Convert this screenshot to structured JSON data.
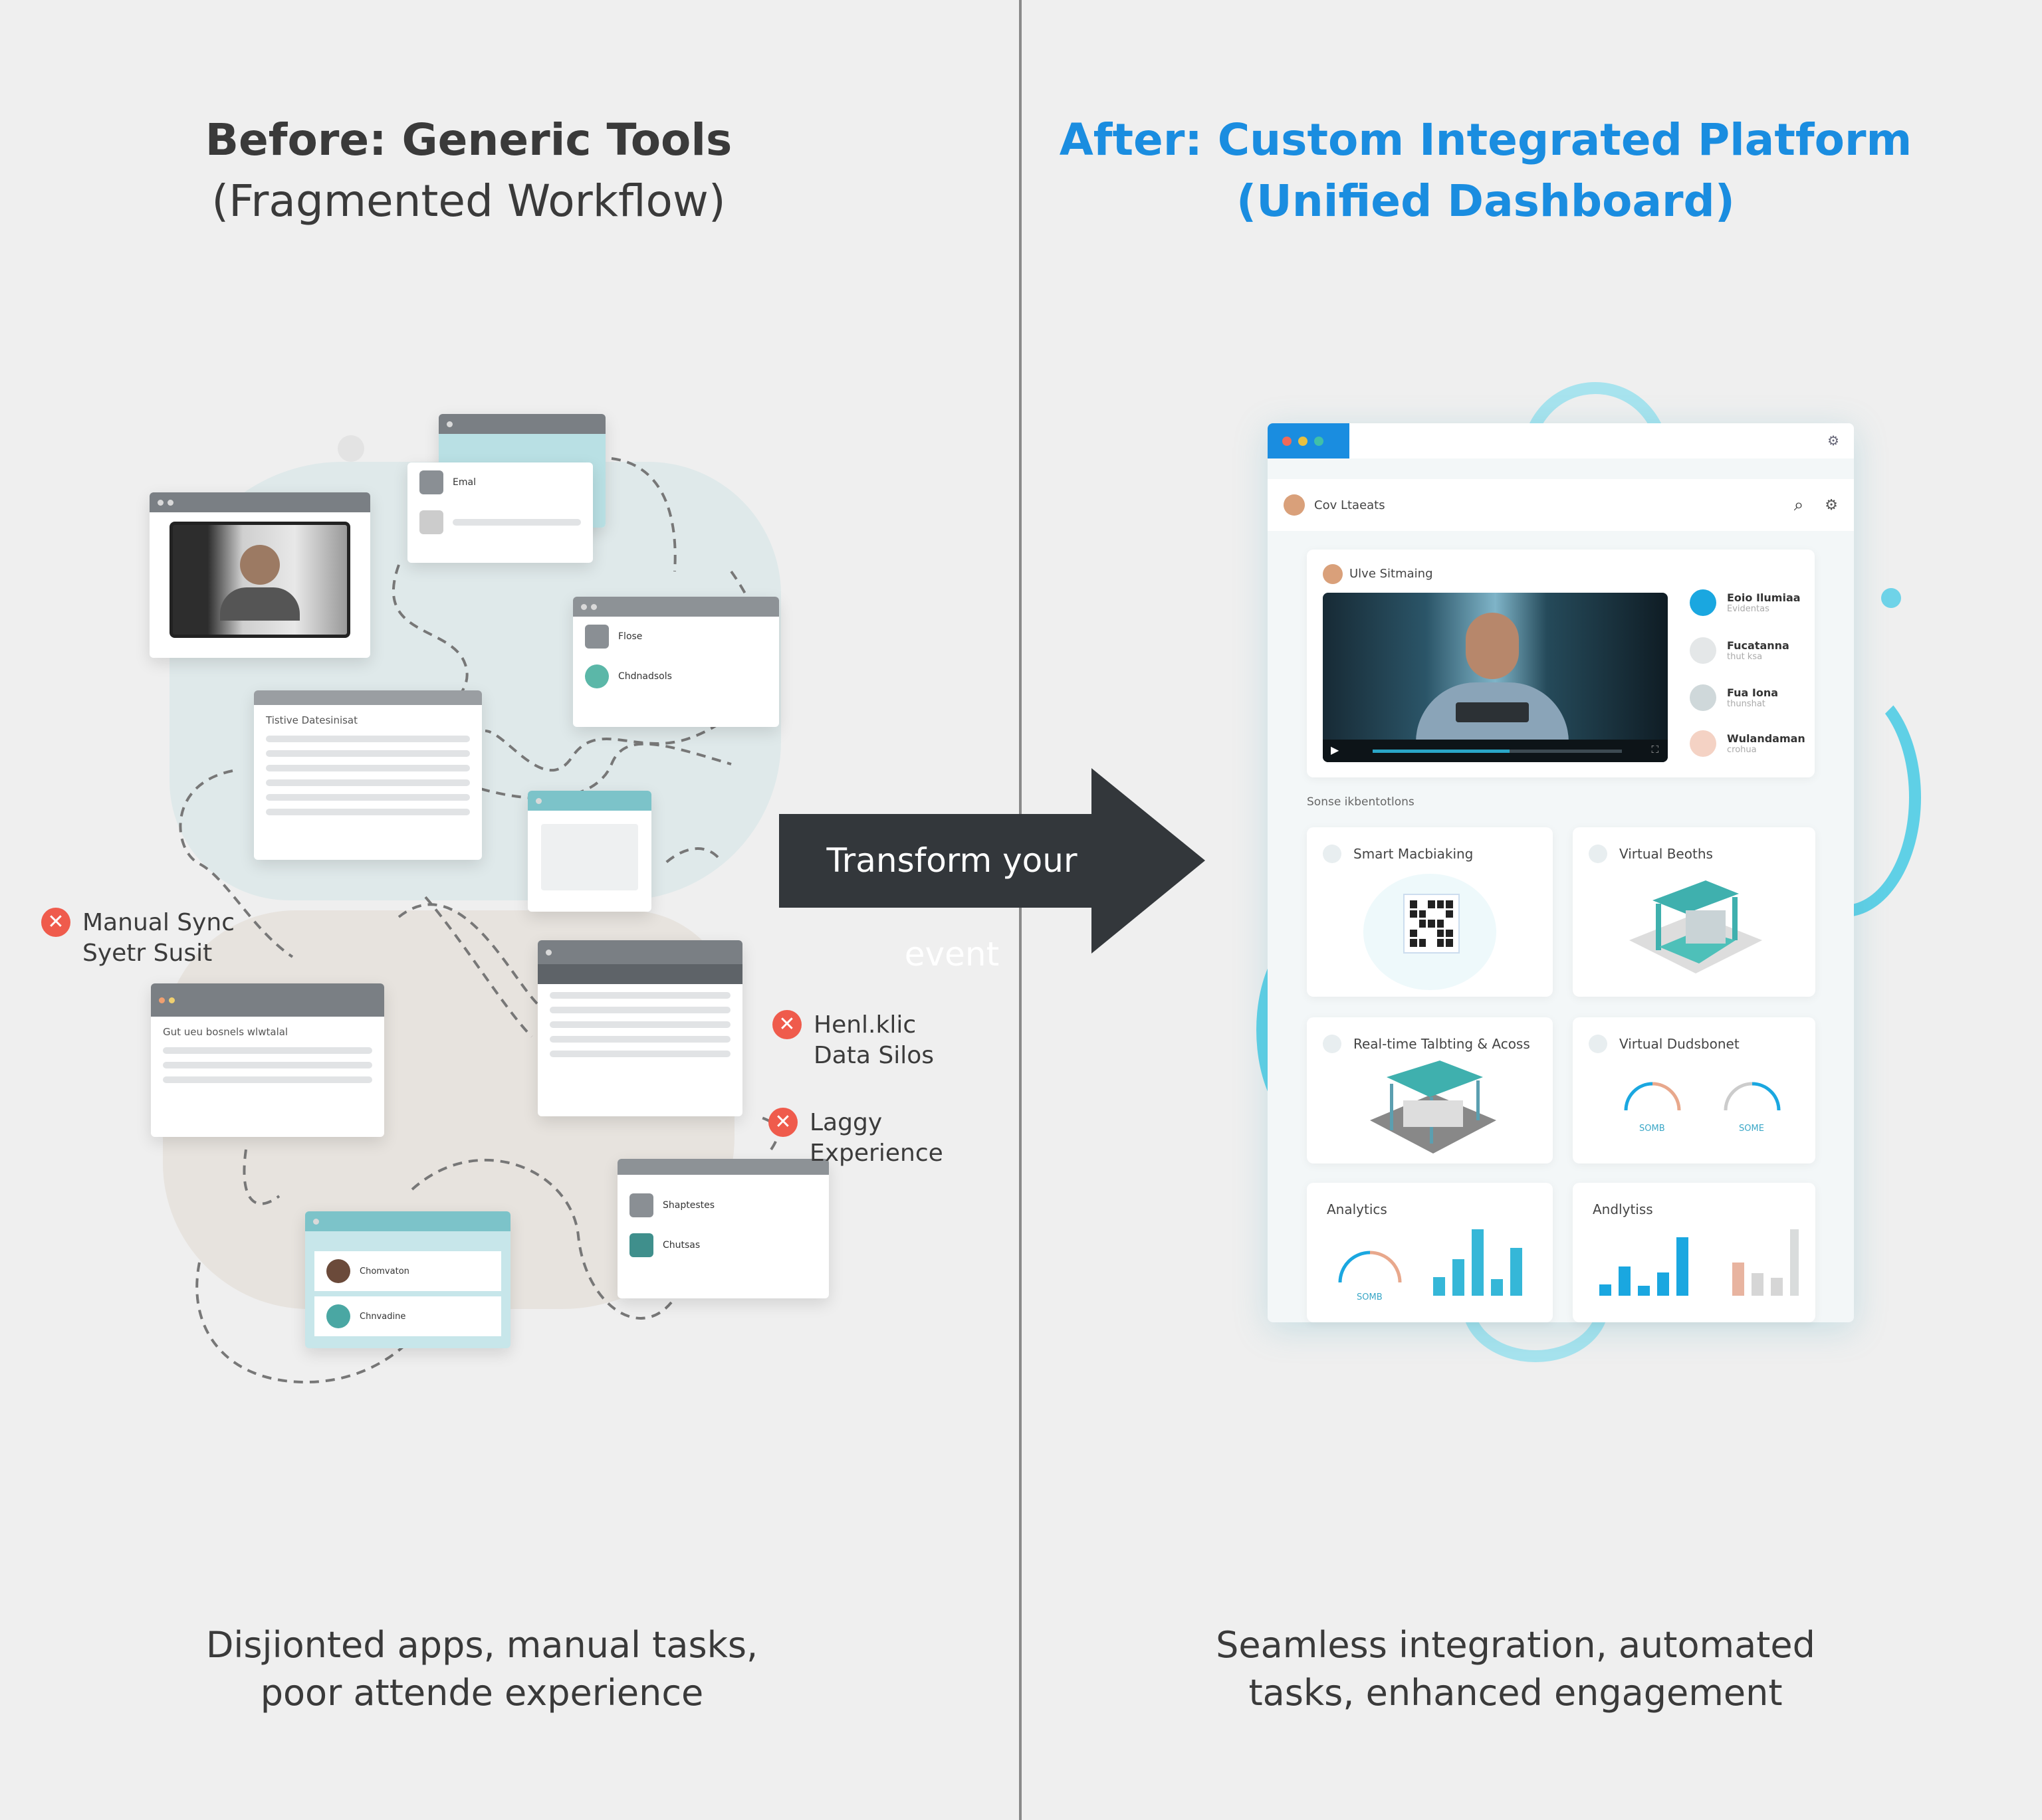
{
  "left": {
    "title_line1": "Before: Generic Tools",
    "title_line2": "(Fragmented Workflow)",
    "caption_line1": "Disjionted apps, manual tasks,",
    "caption_line2": "poor attende experience",
    "issues": [
      {
        "line1": "Manual Sync",
        "line2": "Syetr Susit",
        "icon": "x-circle-icon"
      },
      {
        "line1": "Henl.klic",
        "line2": "Data Silos",
        "icon": "x-circle-icon"
      },
      {
        "line1": "Laggy",
        "line2": "Experience",
        "icon": "x-circle-icon"
      }
    ],
    "windows": {
      "contact_item1": "Emal",
      "floor_item1": "Flose",
      "floor_item2": "Chdnadsols",
      "table_title": "Tistive Datesinisat",
      "list_title": "Gut ueu bosnels wlwtalal",
      "teal_item1": "Chomvaton",
      "teal_item2": "Chnvadine",
      "bottom_item1": "Shaptestes",
      "bottom_item2": "Chutsas"
    }
  },
  "arrow": {
    "label": "Transform your event"
  },
  "right": {
    "title_line1": "After: Custom Integrated Platform",
    "title_line2": "(Unified Dashboard)",
    "caption_line1": "Seamless integration, automated",
    "caption_line2": "tasks, enhanced engagement",
    "accent": "#1a8de0",
    "dashboard": {
      "header_title": "Cov Ltaeats",
      "live": {
        "title": "Ulve Sitmaing",
        "progress": 0.55,
        "participants": [
          {
            "name": "Eoio Ilumiaa",
            "sub": "Evidentas"
          },
          {
            "name": "Fucatanna",
            "sub": "thut ksa"
          },
          {
            "name": "Fua Iona",
            "sub": "thunshat"
          },
          {
            "name": "Wulandaman",
            "sub": "crohua"
          }
        ]
      },
      "section_label": "Sonse ikbentotlons",
      "cards": [
        {
          "title": "Smart Macbiaking"
        },
        {
          "title": "Virtual Beoths"
        },
        {
          "title": "Real-time Talbting & Acoss"
        },
        {
          "title": "Virtual Dudsbonet",
          "gauge_label1": "SOMB",
          "gauge_label2": "SOME"
        },
        {
          "title": "Analytics",
          "gauge_label": "SOMB",
          "bars": [
            0.28,
            0.55,
            1.0,
            0.25,
            0.72
          ]
        },
        {
          "title": "Andlytiss",
          "bars": [
            0.17,
            0.44,
            0.15,
            0.35,
            0.88
          ],
          "bars2": [
            0.5,
            0.34,
            0.27,
            1.0
          ]
        }
      ]
    }
  }
}
